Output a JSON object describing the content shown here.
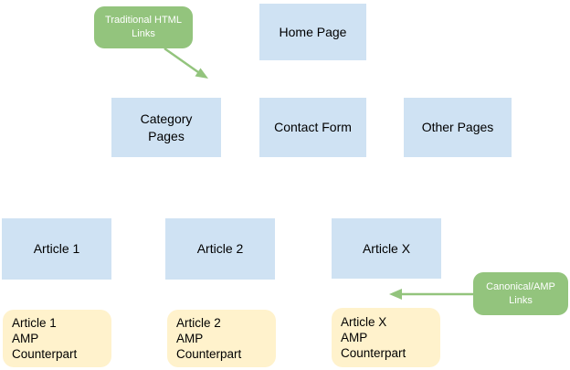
{
  "colors": {
    "page_box": "#cfe2f3",
    "amp_box": "#fff2cc",
    "annotation_box": "#93c47d",
    "annotation_text": "#ffffff",
    "box_text": "#000000",
    "arrow": "#93c47d",
    "background": "#ffffff"
  },
  "nodes": {
    "home": {
      "label": "Home Page"
    },
    "category": {
      "label": "Category\nPages"
    },
    "contact": {
      "label": "Contact Form"
    },
    "other": {
      "label": "Other Pages"
    },
    "article1": {
      "label": "Article 1"
    },
    "article2": {
      "label": "Article 2"
    },
    "articleX": {
      "label": "Article X"
    }
  },
  "amp_nodes": {
    "amp1": {
      "label": "Article 1\nAMP\nCounterpart"
    },
    "amp2": {
      "label": "Article 2\nAMP\nCounterpart"
    },
    "ampX": {
      "label": "Article X\nAMP\nCounterpart"
    }
  },
  "annotations": {
    "traditional": {
      "label": "Traditional HTML\nLinks"
    },
    "canonical": {
      "label": "Canonical/AMP\nLinks"
    }
  }
}
